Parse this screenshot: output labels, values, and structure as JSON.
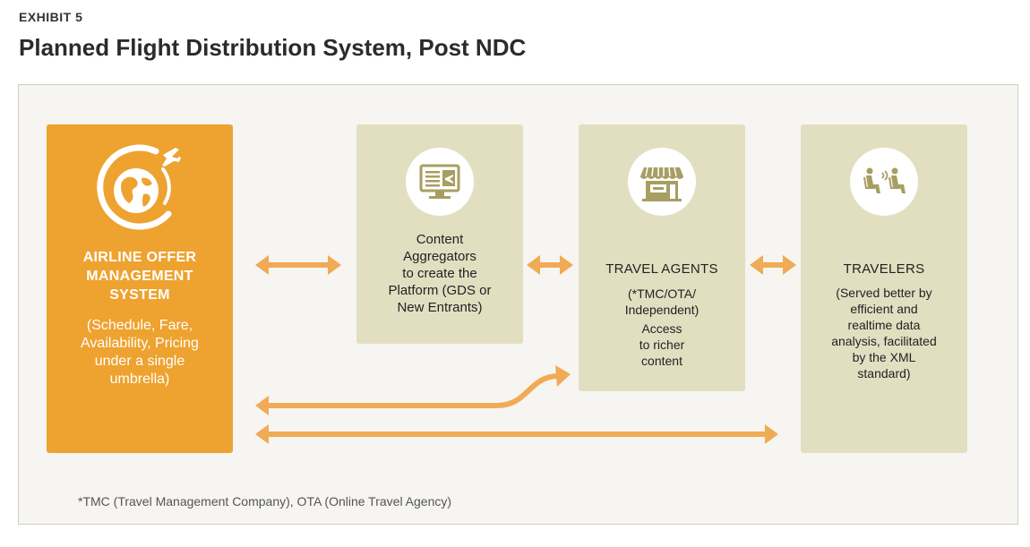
{
  "exhibit_label": "EXHIBIT 5",
  "title": "Planned Flight Distribution System, Post NDC",
  "colors": {
    "airline_box": "#eea22f",
    "node_box": "#e2dfc1",
    "arrow": "#f1aa55",
    "icon": "#a89e62",
    "frame_bg": "#f6f5f1"
  },
  "nodes": {
    "airline": {
      "icon": "globe-airplane-icon",
      "title_lines": [
        "AIRLINE OFFER",
        "MANAGEMENT",
        "SYSTEM"
      ],
      "desc_lines": [
        "(Schedule, Fare,",
        "Availability, Pricing",
        "under a single",
        "umbrella)"
      ]
    },
    "aggregators": {
      "icon": "monitor-flight-icon",
      "text_lines": [
        "Content",
        "Aggregators",
        "to create the",
        "Platform (GDS or",
        "New Entrants)"
      ]
    },
    "agents": {
      "icon": "storefront-icon",
      "title": "TRAVEL AGENTS",
      "sub_lines": [
        "(*TMC/OTA/",
        "Independent)"
      ],
      "access_lines": [
        "Access",
        "to richer",
        "content"
      ]
    },
    "travelers": {
      "icon": "seated-travelers-icon",
      "title": "TRAVELERS",
      "desc_lines": [
        "(Served better by",
        "efficient and",
        "realtime data",
        "analysis, facilitated",
        "by the XML",
        "standard)"
      ]
    }
  },
  "footnote": "*TMC (Travel Management Company), OTA (Online Travel Agency)"
}
